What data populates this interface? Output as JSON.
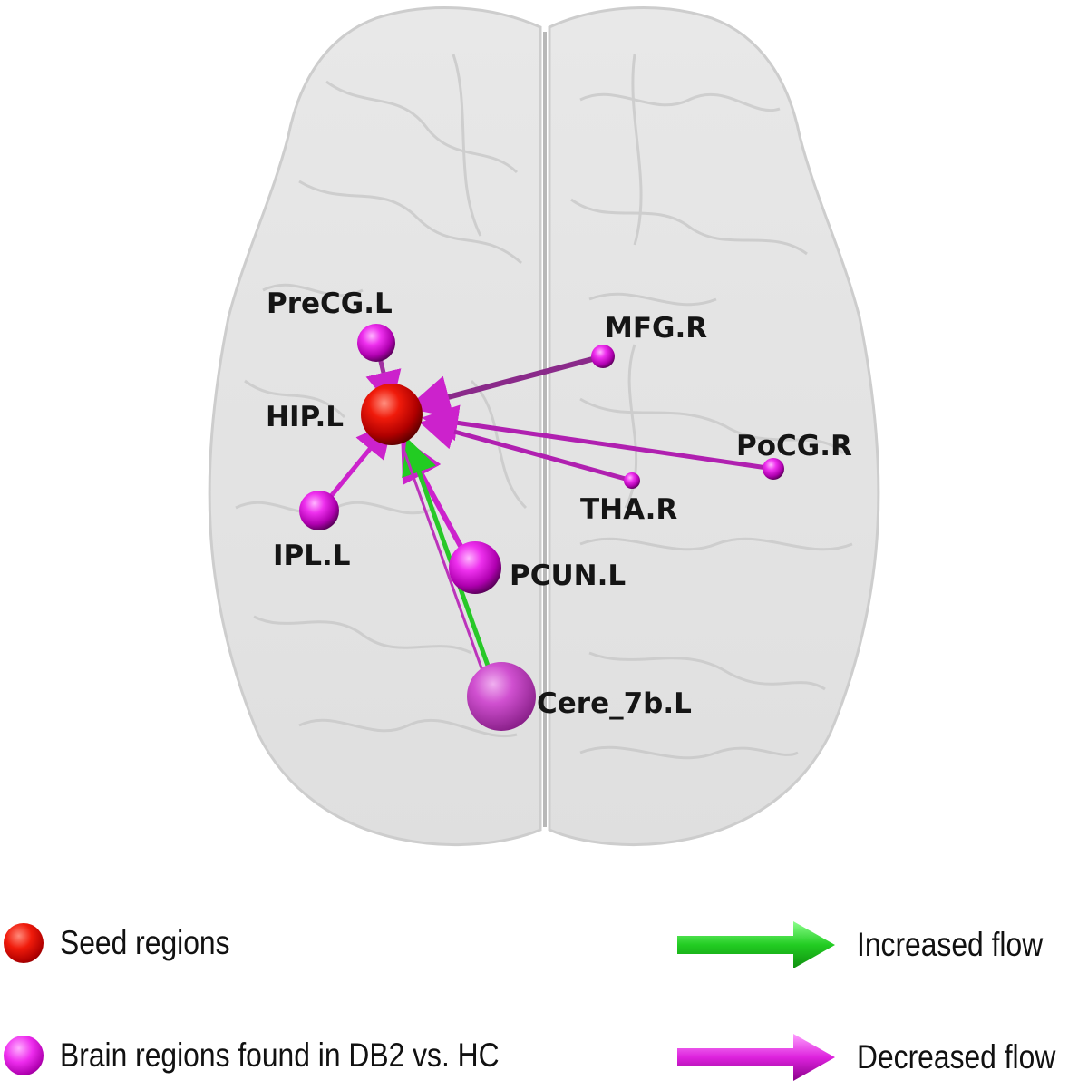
{
  "diagram": {
    "seed": {
      "label": "HIP.L"
    },
    "regions": [
      {
        "id": "precg",
        "label": "PreCG.L",
        "flow": "decreased"
      },
      {
        "id": "mfg",
        "label": "MFG.R",
        "flow": "decreased"
      },
      {
        "id": "pocg",
        "label": "PoCG.R",
        "flow": "decreased"
      },
      {
        "id": "tha",
        "label": "THA.R",
        "flow": "decreased"
      },
      {
        "id": "ipl",
        "label": "IPL.L",
        "flow": "decreased"
      },
      {
        "id": "pcun",
        "label": "PCUN.L",
        "flow": "decreased"
      },
      {
        "id": "cere",
        "label": "Cere_7b.L",
        "flow": "increased"
      }
    ]
  },
  "legend": {
    "seed_label": "Seed regions",
    "region_label": "Brain regions found in DB2 vs. HC",
    "increased_label": "Increased flow",
    "decreased_label": "Decreased flow"
  },
  "colors": {
    "seed": "#e01010",
    "region": "#dd22dd",
    "increased": "#22cc22",
    "decreased": "#cc22cc",
    "brain": "#d8d8d8"
  }
}
